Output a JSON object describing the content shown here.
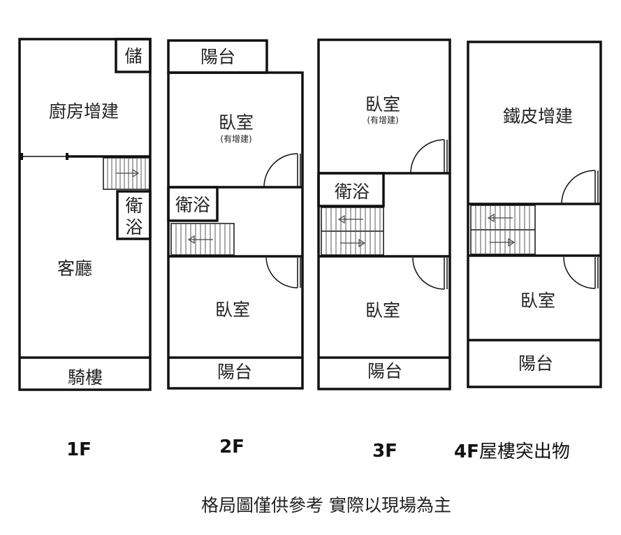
{
  "floors": [
    {
      "label": "1F",
      "rooms": {
        "storage": "儲",
        "kitchen": "廚房增建",
        "bath_top": "衛",
        "bath_bottom": "浴",
        "living": "客廳",
        "arcade": "騎樓"
      }
    },
    {
      "label": "2F",
      "rooms": {
        "balcony_top": "陽台",
        "bedroom_front": "臥室",
        "bedroom_front_note": "(有增建)",
        "bathroom": "衛浴",
        "bedroom_back": "臥室",
        "balcony_bottom": "陽台"
      }
    },
    {
      "label": "3F",
      "rooms": {
        "bedroom_front": "臥室",
        "bedroom_front_note": "(有增建)",
        "bathroom": "衛浴",
        "bedroom_back": "臥室",
        "balcony": "陽台"
      }
    },
    {
      "label": "4F",
      "label_extra": "屋樓突出物",
      "rooms": {
        "metal_addition": "鐵皮增建",
        "bedroom": "臥室",
        "balcony": "陽台"
      }
    }
  ],
  "caption": "格局圖僅供參考 實際以現場為主"
}
